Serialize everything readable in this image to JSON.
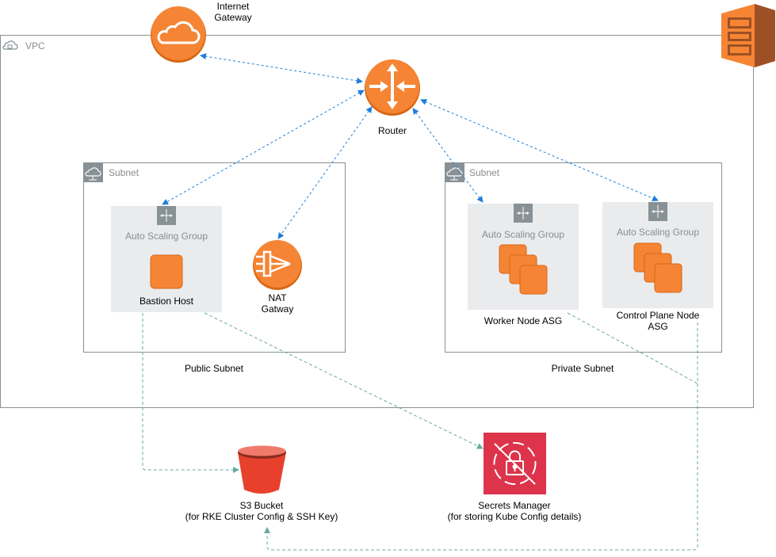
{
  "vpc": {
    "label": "VPC"
  },
  "internet_gateway": {
    "line1": "Internet",
    "line2": "Gateway",
    "icon": "cloud-icon"
  },
  "router": {
    "label": "Router",
    "icon": "router-icon"
  },
  "public_subnet": {
    "header": "Subnet",
    "caption": "Public Subnet",
    "asg": {
      "label": "Auto Scaling Group"
    },
    "bastion": {
      "label": "Bastion Host"
    },
    "nat": {
      "line1": "NAT",
      "line2": "Gatway"
    }
  },
  "private_subnet": {
    "header": "Subnet",
    "caption": "Private Subnet",
    "worker_asg": {
      "label": "Auto Scaling Group",
      "caption": "Worker Node ASG"
    },
    "control_asg": {
      "label": "Auto Scaling Group",
      "line1": "Control Plane Node",
      "line2": "ASG"
    }
  },
  "s3": {
    "line1": "S3 Bucket",
    "line2": "(for RKE Cluster Config & SSH Key)"
  },
  "secrets": {
    "line1": "Secrets Manager",
    "line2": "(for storing Kube Config details)"
  },
  "colors": {
    "aws_orange": "#f58534",
    "aws_orange_dark": "#d86613",
    "s3_red": "#e7412d",
    "secrets_red": "#dd344c",
    "blue_link": "#1f7ed8",
    "green_link": "#67ab9f",
    "group_gray": "#879196"
  }
}
